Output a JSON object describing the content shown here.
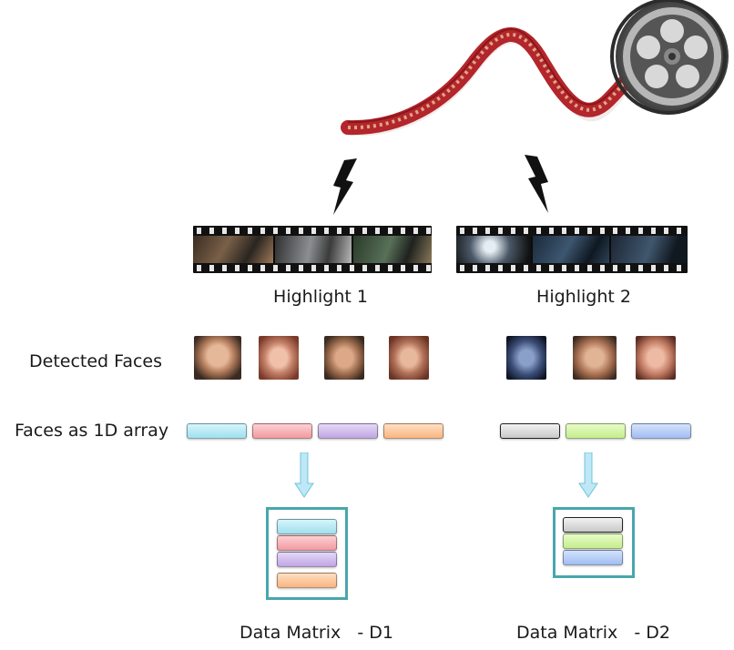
{
  "highlights": [
    {
      "label": "Highlight 1"
    },
    {
      "label": "Highlight 2"
    }
  ],
  "rows": {
    "detected_faces": "Detected Faces",
    "faces_array": "Faces as 1D array"
  },
  "matrices": [
    {
      "label": "Data Matrix   - D1",
      "colors": [
        "#aee7f3",
        "#f4a3a8",
        "#c9b3e8",
        "#fcc08f"
      ]
    },
    {
      "label": "Data Matrix   - D2",
      "colors": [
        "#d3d3d3",
        "#cdf19a",
        "#a9c2f5"
      ]
    }
  ],
  "arrow_color": "#bfe7f5"
}
